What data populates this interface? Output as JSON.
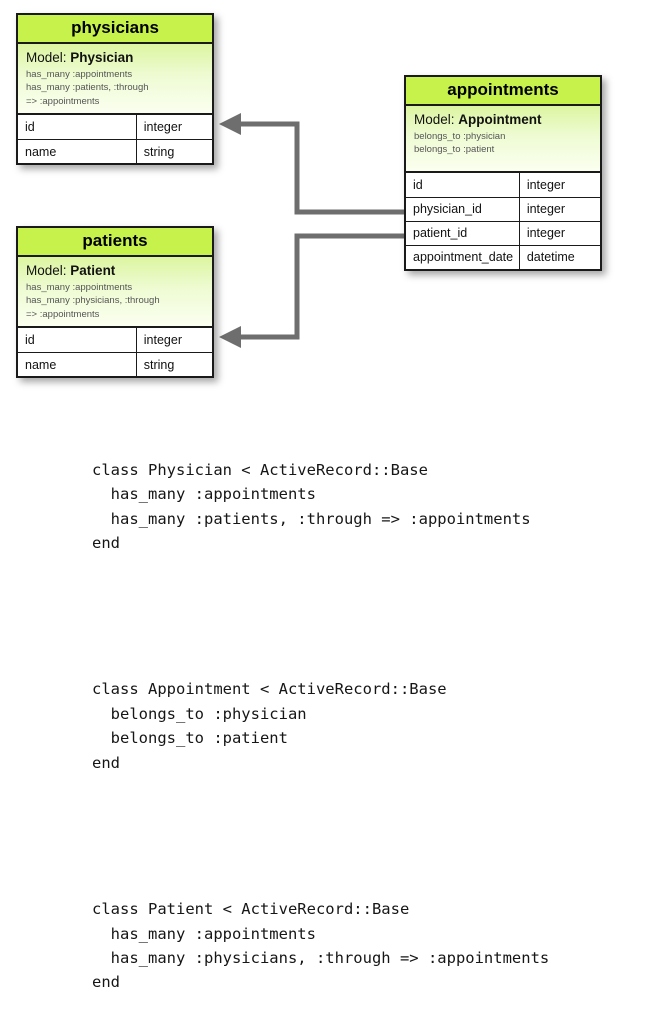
{
  "diagram": {
    "type": "entity-relationship-diagram",
    "colors": {
      "header_green": "#c7f24c",
      "body_gradient_top": "#dcf5a0",
      "body_gradient_bottom": "#fbfff0",
      "border": "#1a1a1a",
      "connector_gray": "#6e6e6e",
      "assoc_text": "#555555",
      "background": "#ffffff"
    },
    "entities": [
      {
        "id": "physicians",
        "title": "physicians",
        "model_label": "Model:",
        "model_name": "Physician",
        "associations": [
          "has_many :appointments",
          "has_many :patients, :through",
          "=> :appointments"
        ],
        "fields": [
          {
            "name": "id",
            "type": "integer"
          },
          {
            "name": "name",
            "type": "string"
          }
        ]
      },
      {
        "id": "patients",
        "title": "patients",
        "model_label": "Model:",
        "model_name": "Patient",
        "associations": [
          "has_many :appointments",
          "has_many :physicians, :through",
          "=> :appointments"
        ],
        "fields": [
          {
            "name": "id",
            "type": "integer"
          },
          {
            "name": "name",
            "type": "string"
          }
        ]
      },
      {
        "id": "appointments",
        "title": "appointments",
        "model_label": "Model:",
        "model_name": "Appointment",
        "associations": [
          "belongs_to :physician",
          "belongs_to :patient"
        ],
        "fields": [
          {
            "name": "id",
            "type": "integer"
          },
          {
            "name": "physician_id",
            "type": "integer"
          },
          {
            "name": "patient_id",
            "type": "integer"
          },
          {
            "name": "appointment_date",
            "type": "datetime"
          }
        ]
      }
    ],
    "relationships": [
      {
        "id": "physician-fk",
        "from": "appointments.physician_id",
        "to": "physicians.id",
        "arrow": "left"
      },
      {
        "id": "patient-fk",
        "from": "appointments.patient_id",
        "to": "patients.id",
        "arrow": "left"
      }
    ]
  },
  "code": {
    "blocks": [
      "class Physician < ActiveRecord::Base\n  has_many :appointments\n  has_many :patients, :through => :appointments\nend",
      "class Appointment < ActiveRecord::Base\n  belongs_to :physician\n  belongs_to :patient\nend",
      "class Patient < ActiveRecord::Base\n  has_many :appointments\n  has_many :physicians, :through => :appointments\nend"
    ]
  }
}
